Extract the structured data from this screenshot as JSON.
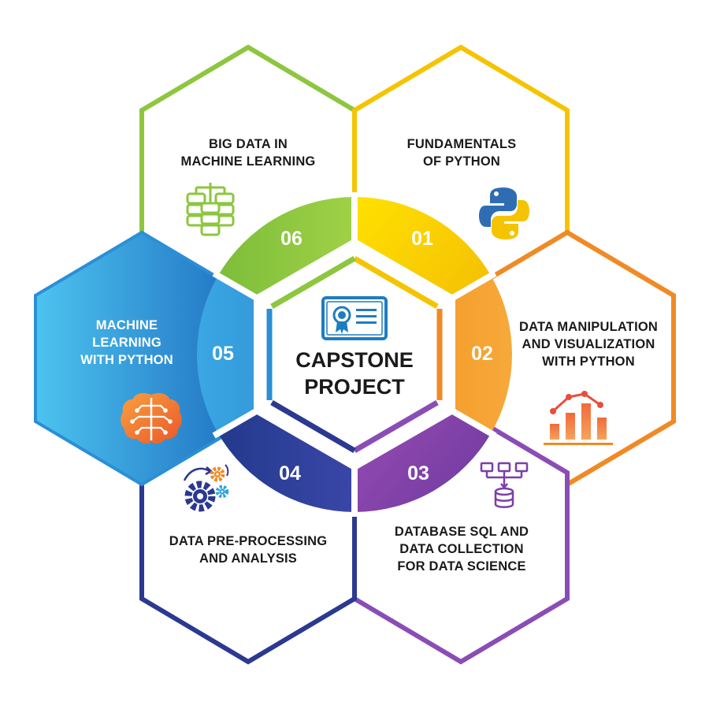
{
  "center": {
    "lines": [
      "CAPSTONE",
      "PROJECT"
    ],
    "icon": "certificate-icon",
    "color": "#1e7dc0"
  },
  "modules": [
    {
      "number": "01",
      "lines": [
        "FUNDAMENTALS",
        "OF PYTHON"
      ],
      "icon": "python-logo-icon",
      "color": "#f5c400"
    },
    {
      "number": "02",
      "lines": [
        "DATA MANIPULATION",
        "AND VISUALIZATION",
        "WITH PYTHON"
      ],
      "icon": "bar-line-chart-icon",
      "color": "#f08a24"
    },
    {
      "number": "03",
      "lines": [
        "DATABASE SQL AND",
        "DATA COLLECTION",
        "FOR DATA SCIENCE"
      ],
      "icon": "database-flow-icon",
      "color": "#8a4db5"
    },
    {
      "number": "04",
      "lines": [
        "DATA PRE-PROCESSING",
        "AND ANALYSIS"
      ],
      "icon": "gears-icon",
      "color": "#2b3990"
    },
    {
      "number": "05",
      "lines": [
        "MACHINE",
        "LEARNING",
        "WITH PYTHON"
      ],
      "icon": "brain-circuit-icon",
      "color": "#2a8fd6"
    },
    {
      "number": "06",
      "lines": [
        "BIG DATA IN",
        "MACHINE LEARNING"
      ],
      "icon": "server-stack-icon",
      "color": "#8dc63f"
    }
  ]
}
